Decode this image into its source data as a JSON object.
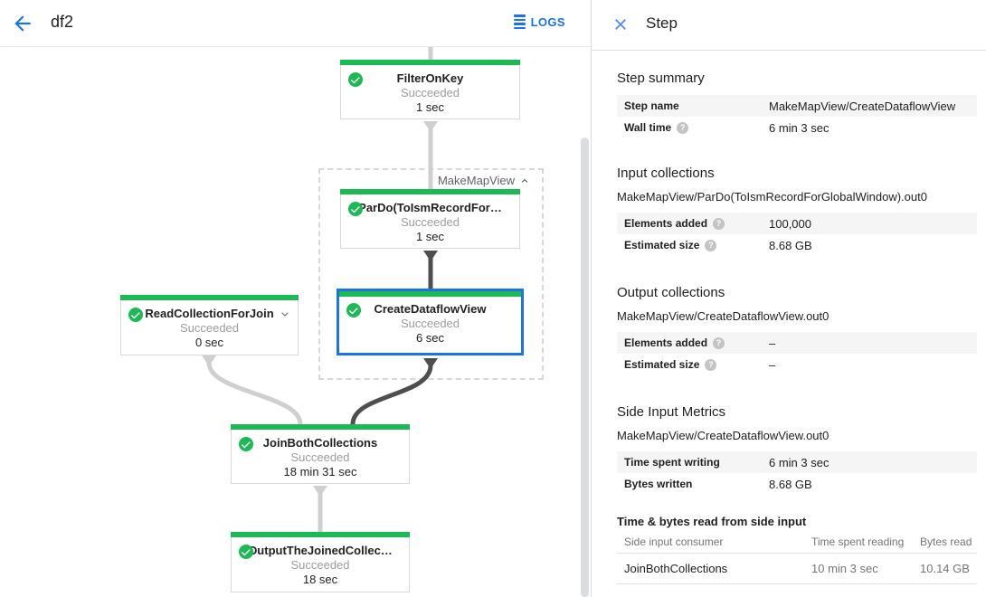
{
  "topbar": {
    "title": "df2",
    "logs_label": "LOGS"
  },
  "panel": {
    "title": "Step",
    "step_summary": {
      "heading": "Step summary",
      "rows": [
        {
          "label": "Step name",
          "value": "MakeMapView/CreateDataflowView"
        },
        {
          "label": "Wall time",
          "value": "6 min 3 sec",
          "help": true
        }
      ]
    },
    "input_collections": {
      "heading": "Input collections",
      "collection": "MakeMapView/ParDo(ToIsmRecordForGlobalWindow).out0",
      "rows": [
        {
          "label": "Elements added",
          "value": "100,000",
          "help": true
        },
        {
          "label": "Estimated size",
          "value": "8.68 GB",
          "help": true
        }
      ]
    },
    "output_collections": {
      "heading": "Output collections",
      "collection": "MakeMapView/CreateDataflowView.out0",
      "rows": [
        {
          "label": "Elements added",
          "value": "–",
          "help": true
        },
        {
          "label": "Estimated size",
          "value": "–",
          "help": true
        }
      ]
    },
    "side_input_metrics": {
      "heading": "Side Input Metrics",
      "collection": "MakeMapView/CreateDataflowView.out0",
      "rows": [
        {
          "label": "Time spent writing",
          "value": "6 min 3 sec"
        },
        {
          "label": "Bytes written",
          "value": "8.68 GB"
        }
      ]
    },
    "side_input_table": {
      "heading": "Time & bytes read from side input",
      "columns": [
        "Side input consumer",
        "Time spent reading",
        "Bytes read"
      ],
      "rows": [
        {
          "consumer": "JoinBothCollections",
          "time": "10 min 3 sec",
          "bytes": "10.14 GB"
        }
      ]
    }
  },
  "graph": {
    "group": {
      "label": "MakeMapView"
    },
    "nodes": {
      "filter_on_key": {
        "title": "FilterOnKey",
        "status": "Succeeded",
        "time": "1 sec"
      },
      "pardo": {
        "title": "ParDo(ToIsmRecordFor…",
        "status": "Succeeded",
        "time": "1 sec"
      },
      "create_dataflow_view": {
        "title": "CreateDataflowView",
        "status": "Succeeded",
        "time": "6 sec"
      },
      "read_collection": {
        "title": "ReadCollectionForJoin",
        "status": "Succeeded",
        "time": "0 sec"
      },
      "join_both": {
        "title": "JoinBothCollections",
        "status": "Succeeded",
        "time": "18 min 31 sec"
      },
      "output_joined": {
        "title": "OutputTheJoinedCollec…",
        "status": "Succeeded",
        "time": "18 sec"
      }
    }
  },
  "colors": {
    "accent_blue": "#1a73e8",
    "success_green": "#1db954",
    "edge_light": "#cfcfcf",
    "edge_dark": "#4e4e4e"
  }
}
